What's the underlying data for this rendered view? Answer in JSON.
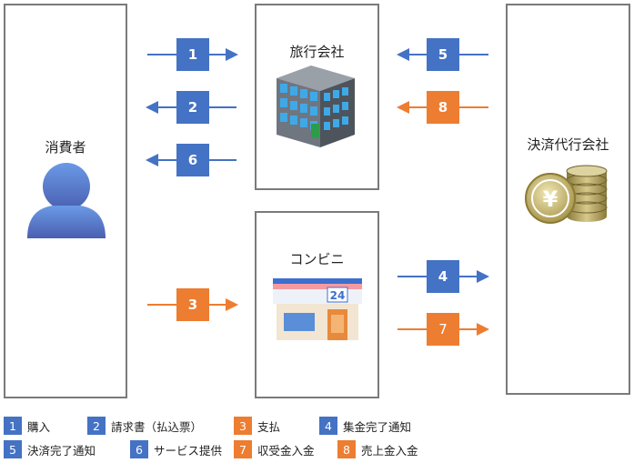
{
  "nodes": {
    "consumer": "消費者",
    "travel_agency": "旅行会社",
    "convenience_store": "コンビニ",
    "payment_agent": "決済代行会社"
  },
  "steps": {
    "s1": "1",
    "s2": "2",
    "s3": "3",
    "s4": "4",
    "s5": "5",
    "s6": "6",
    "s7": "7",
    "s8": "8"
  },
  "store_sign": "24",
  "yen_symbol": "¥",
  "legend": [
    {
      "num": "1",
      "label": "購入",
      "color": "blue"
    },
    {
      "num": "2",
      "label": "請求書（払込票）",
      "color": "blue"
    },
    {
      "num": "3",
      "label": "支払",
      "color": "orange"
    },
    {
      "num": "4",
      "label": "集金完了通知",
      "color": "blue"
    },
    {
      "num": "5",
      "label": "決済完了通知",
      "color": "blue"
    },
    {
      "num": "6",
      "label": "サービス提供",
      "color": "blue"
    },
    {
      "num": "7",
      "label": "収受金入金",
      "color": "orange"
    },
    {
      "num": "8",
      "label": "売上金入金",
      "color": "orange"
    }
  ],
  "colors": {
    "blue": "#4472c4",
    "orange": "#ed7d31",
    "border": "#7a7a7a"
  },
  "icons": {
    "consumer": "person-icon",
    "travel_agency": "office-building-icon",
    "convenience_store": "convenience-store-icon",
    "payment_agent": "yen-coins-icon"
  }
}
